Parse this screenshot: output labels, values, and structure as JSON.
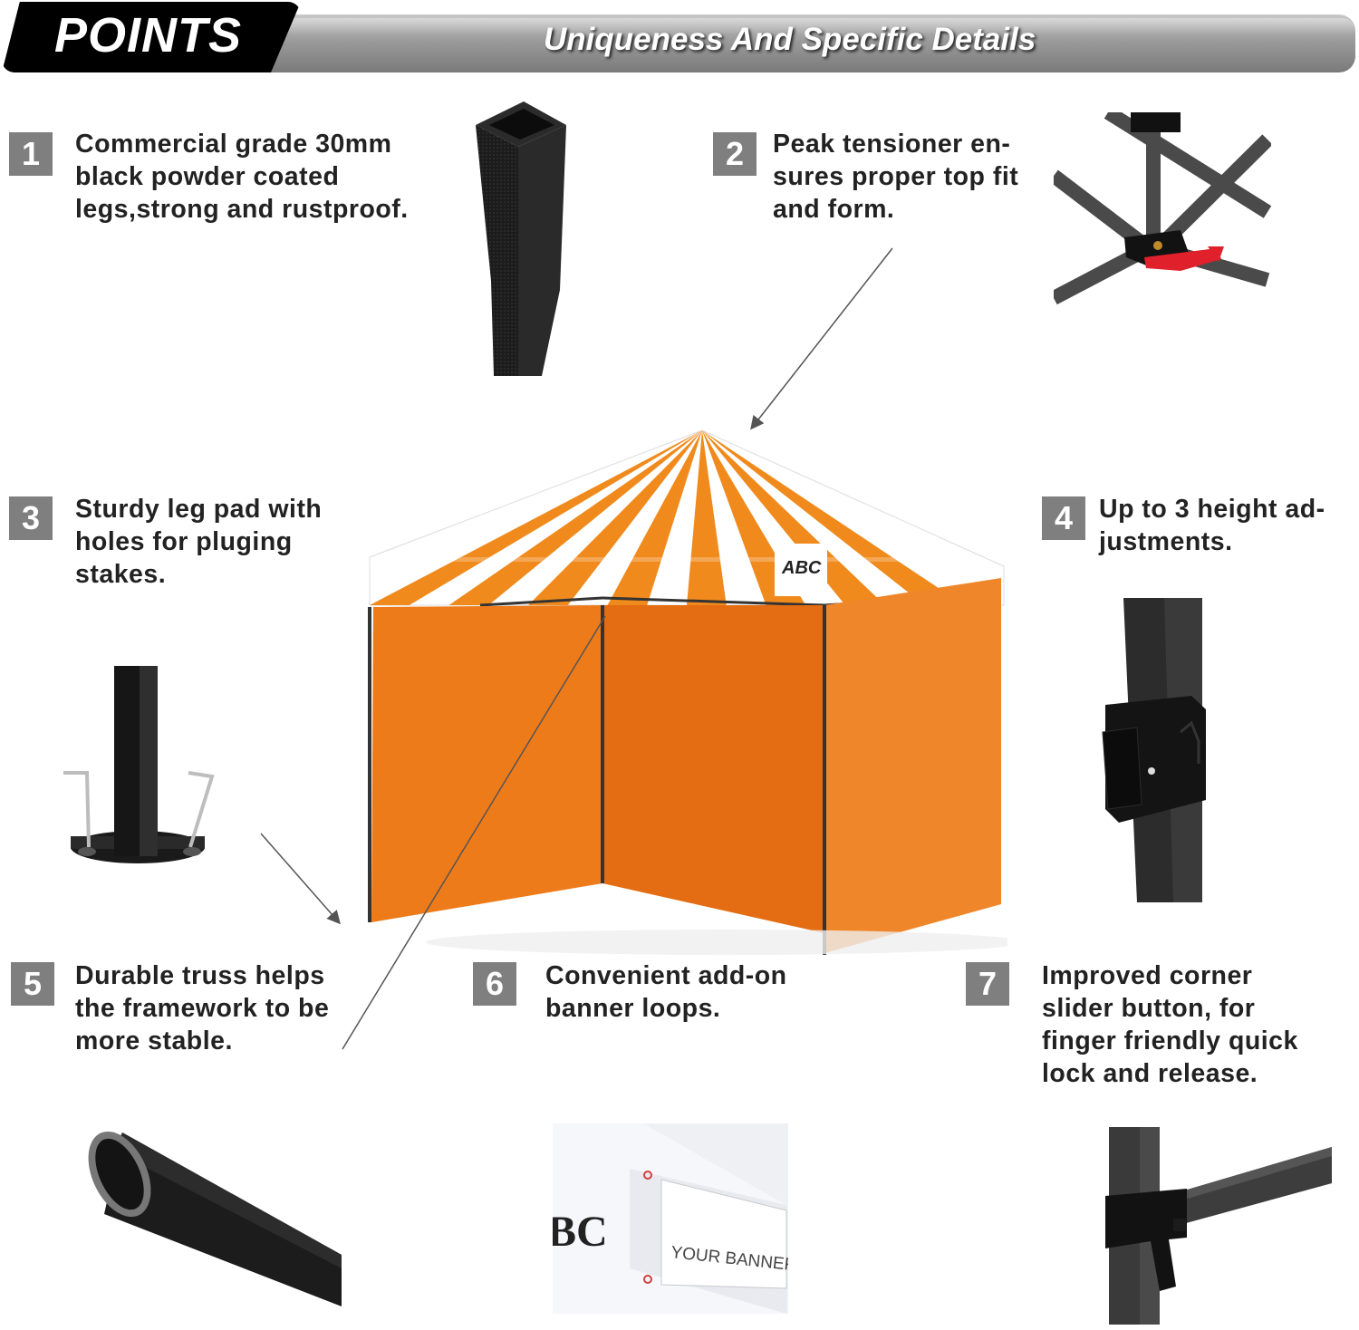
{
  "header": {
    "tab_label": "POINTS",
    "subtitle": "Uniqueness And Specific Details"
  },
  "points": [
    {
      "number": "1",
      "lines": [
        "Commercial grade 30mm",
        "black powder coated",
        "legs,strong and rustproof."
      ]
    },
    {
      "number": "2",
      "lines": [
        "Peak tensioner en-",
        "sures proper top fit",
        "and form."
      ]
    },
    {
      "number": "3",
      "lines": [
        "Sturdy leg pad with",
        "holes for pluging",
        "stakes."
      ]
    },
    {
      "number": "4",
      "lines": [
        "Up to 3 height ad-",
        "justments."
      ]
    },
    {
      "number": "5",
      "lines": [
        "Durable truss helps",
        "the framework to be",
        "more stable."
      ]
    },
    {
      "number": "6",
      "lines": [
        "Convenient add-on",
        "banner loops."
      ]
    },
    {
      "number": "7",
      "lines": [
        "Improved corner",
        "slider button, for",
        "finger friendly quick",
        "lock and release."
      ]
    }
  ],
  "canopy": {
    "logo_text": "ABC",
    "stripe_color": "#f08a1c",
    "wall_color": "#ee7b1a"
  },
  "banner": {
    "logo_text": "BC",
    "text": "YOUR BANNER"
  }
}
